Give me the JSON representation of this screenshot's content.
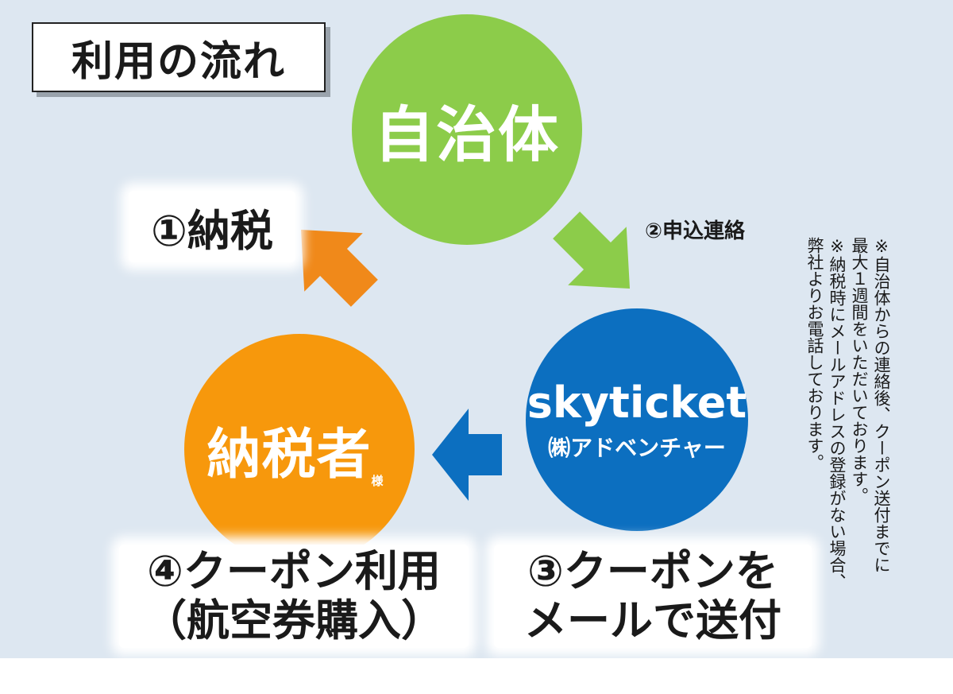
{
  "title": "利用の流れ",
  "nodes": {
    "municipality": {
      "label": "自治体",
      "color": "#8ccc4a"
    },
    "skyticket": {
      "name": "skyticket",
      "company": "㈱アドベンチャー",
      "color": "#0c6fc0"
    },
    "taxpayer": {
      "label": "納税者",
      "honorific": "様",
      "color": "#f7980c"
    }
  },
  "steps": {
    "step1": "①納税",
    "step2": "②申込連絡",
    "step3": {
      "line1": "③クーポンを",
      "line2": "メールで送付"
    },
    "step4": {
      "line1": "④クーポン利用",
      "line2": "（航空券購入）"
    }
  },
  "arrow_colors": {
    "orange": "#f0891a",
    "green": "#8ccc4a",
    "blue": "#0c6fc0"
  },
  "note": "※自治体からの連絡後、クーポン送付までに\n最大１週間をいただいております。\n※納税時にメールアドレスの登録がない場合、\n弊社よりお電話しております。"
}
